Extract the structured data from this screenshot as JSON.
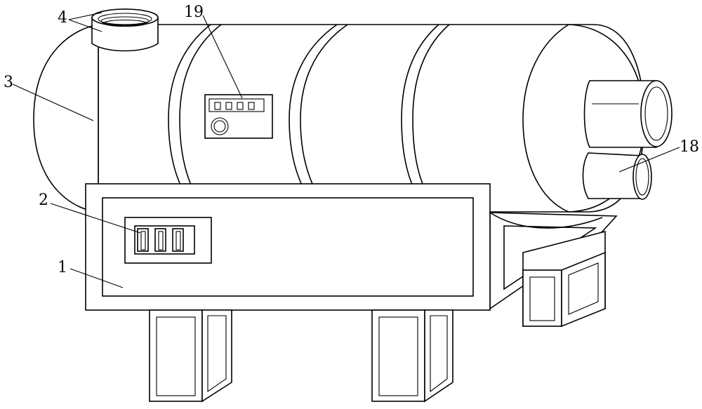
{
  "labels": {
    "base_frame": "1",
    "control_panel": "2",
    "tank_body": "3",
    "inlet": "4",
    "outlet_pipes": "18",
    "meter": "19"
  }
}
